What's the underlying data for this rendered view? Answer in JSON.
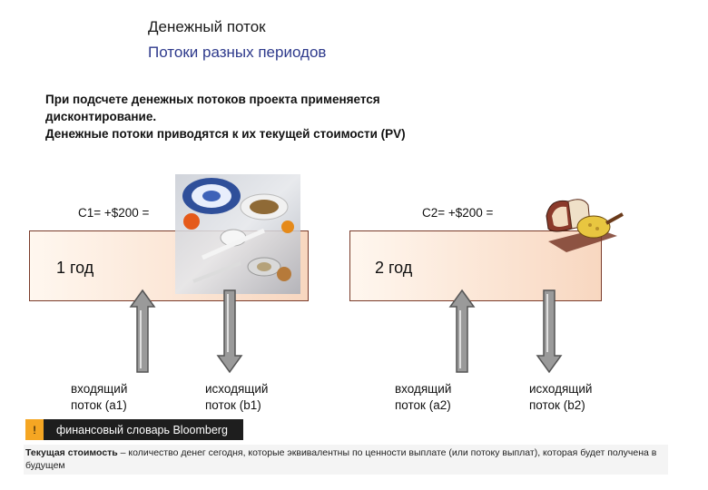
{
  "header": {
    "title": "Денежный поток",
    "subtitle": "Потоки разных периодов"
  },
  "intro": {
    "line1": "При подсчете денежных потоков проекта применяется",
    "line2": "дисконтирование.",
    "line3": "Денежные потоки приводятся к их текущей стоимости (PV)"
  },
  "periods": [
    {
      "cashflow": "C1= +$200 =",
      "label": "1 год",
      "inflow_line1": "входящий",
      "inflow_line2": "поток (a1)",
      "outflow_line1": "исходящий",
      "outflow_line2": "поток (b1)"
    },
    {
      "cashflow": "C2= +$200 =",
      "label": "2 год",
      "inflow_line1": "входящий",
      "inflow_line2": "поток (a2)",
      "outflow_line1": "исходящий",
      "outflow_line2": "поток (b2)"
    }
  ],
  "bloomberg": {
    "mark": "!",
    "label": "финансовый словарь Bloomberg"
  },
  "definition": {
    "term": "Текущая стоимость",
    "text": " – количество денег сегодня, которые эквивалентны по ценности выплате (или потоку выплат), которая будет получена в будущем"
  },
  "colors": {
    "subtitle": "#2e3a8c",
    "period_border": "#7a3b2a",
    "arrow_fill": "#9a9a9a",
    "bloomberg_bar": "#1e1e1e",
    "bloomberg_mark": "#f5a623"
  },
  "icons": [
    "food-still-life-illustration",
    "bread-and-cheese-board-illustration",
    "up-arrow-icon",
    "down-arrow-icon"
  ]
}
